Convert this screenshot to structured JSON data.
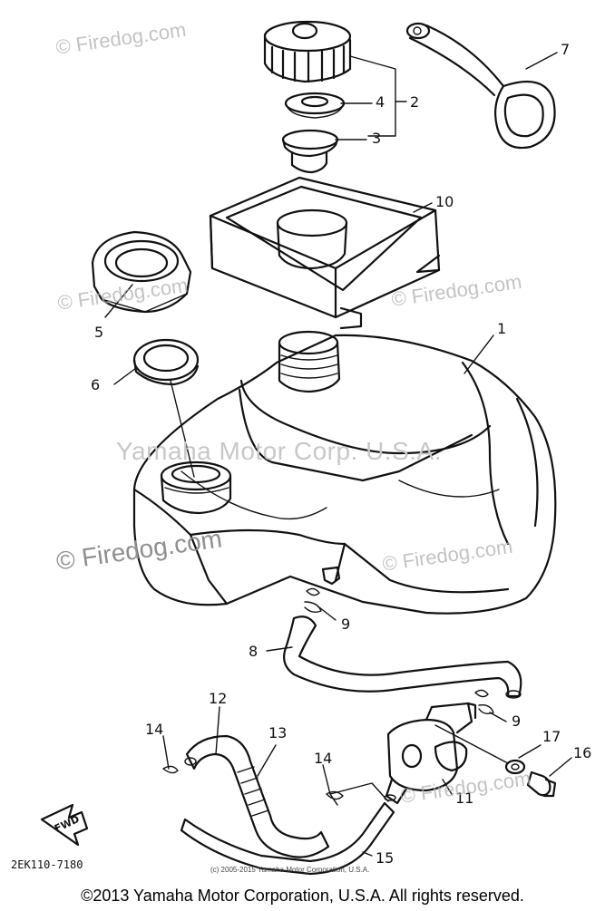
{
  "watermark": {
    "site": "© Firedog.com",
    "center": "Yamaha Motor Corp. U.S.A."
  },
  "callouts": [
    "1",
    "2",
    "3",
    "4",
    "5",
    "6",
    "7",
    "8",
    "9",
    "9",
    "10",
    "11",
    "12",
    "13",
    "14",
    "14",
    "15",
    "16",
    "17"
  ],
  "fwd_label": "FWD",
  "part_code": "2EK110-7180",
  "small_copyright": "(c) 2005-2015 Yamaha Motor Corporation, U.S.A.",
  "footer": "©2013 Yamaha Motor Corporation, U.S.A. All rights reserved."
}
